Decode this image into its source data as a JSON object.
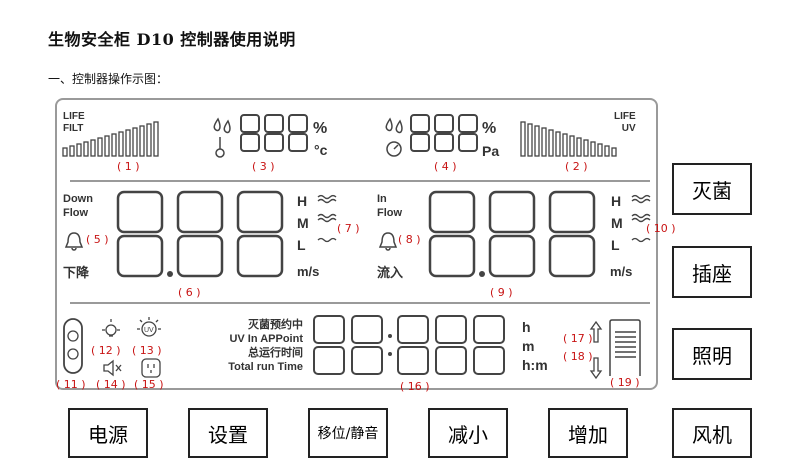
{
  "doc": {
    "title": "生物安全柜 D10 控制器使用说明",
    "section": "一、控制器操作示图："
  },
  "lcd": {
    "life_filt": [
      "LIFE",
      "FILT"
    ],
    "life_uv": [
      "LIFE",
      "UV"
    ],
    "percent": "%",
    "celsius": "°c",
    "pa": "Pa",
    "down_flow": [
      "Down",
      "Flow"
    ],
    "down_cn": "下降",
    "in_flow": [
      "In",
      "Flow"
    ],
    "in_cn": "流入",
    "hml": [
      "H",
      "M",
      "L"
    ],
    "ms": "m/s",
    "timer_labels": [
      "灭菌预约中",
      "UV In APPoint",
      "总运行时间",
      "Total run Time"
    ],
    "h_unit": "h",
    "m_unit": "m",
    "hm_unit": "h:m",
    "callouts": {
      "c1": "( 1 )",
      "c2": "( 2 )",
      "c3": "( 3 )",
      "c4": "( 4 )",
      "c5": "( 5 )",
      "c6": "( 6 )",
      "c7": "( 7 )",
      "c8": "( 8 )",
      "c9": "( 9 )",
      "c10": "( 10 )",
      "c11": "( 11 )",
      "c12": "( 12 )",
      "c13": "( 13 )",
      "c14": "( 14 )",
      "c15": "( 15 )",
      "c16": "( 16 )",
      "c17": "( 17 )",
      "c18": "( 18 )",
      "c19": "( 19 )"
    }
  },
  "buttons": {
    "sterilize": "灭菌",
    "socket": "插座",
    "light": "照明",
    "power": "电源",
    "settings": "设置",
    "shift_mute": "移位/静音",
    "decrease": "减小",
    "increase": "增加",
    "fan": "风机"
  }
}
